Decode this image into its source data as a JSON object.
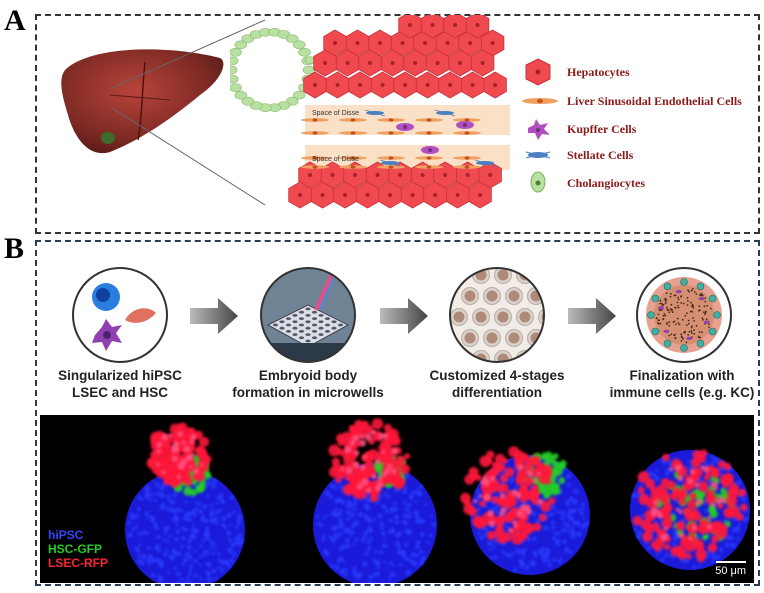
{
  "panel_a": {
    "letter": "A",
    "space_label": "Space of Disse",
    "legend": [
      {
        "label": "Hepatocytes",
        "icon": "hepatocyte-icon"
      },
      {
        "label": "Liver Sinusoidal Endothelial Cells",
        "icon": "lsec-icon"
      },
      {
        "label": "Kupffer Cells",
        "icon": "kupffer-cell-icon"
      },
      {
        "label": "Stellate Cells",
        "icon": "stellate-cell-icon"
      },
      {
        "label": "Cholangiocytes",
        "icon": "cholangiocyte-icon"
      }
    ]
  },
  "panel_b": {
    "letter": "B",
    "steps": [
      {
        "line1": "Singularized hiPSC",
        "line2": "LSEC and HSC"
      },
      {
        "line1": "Embryoid body",
        "line2": "formation in microwells"
      },
      {
        "line1": "Customized 4-stages",
        "line2": "differentiation"
      },
      {
        "line1": "Finalization with",
        "line2": "immune cells (e.g. KC)"
      }
    ],
    "fluorescence": {
      "channels": [
        {
          "label": "hiPSC",
          "color": "#2233ff"
        },
        {
          "label": "HSC-GFP",
          "color": "#22cc22"
        },
        {
          "label": "LSEC-RFP",
          "color": "#ff2233"
        }
      ],
      "scale_bar": "50 μm"
    }
  },
  "colors": {
    "hepatocyte": "#f04a50",
    "lsec": "#f0a060",
    "kupffer": "#b050c0",
    "stellate": "#4a80c0",
    "cholangiocyte": "#b8e0a0"
  }
}
